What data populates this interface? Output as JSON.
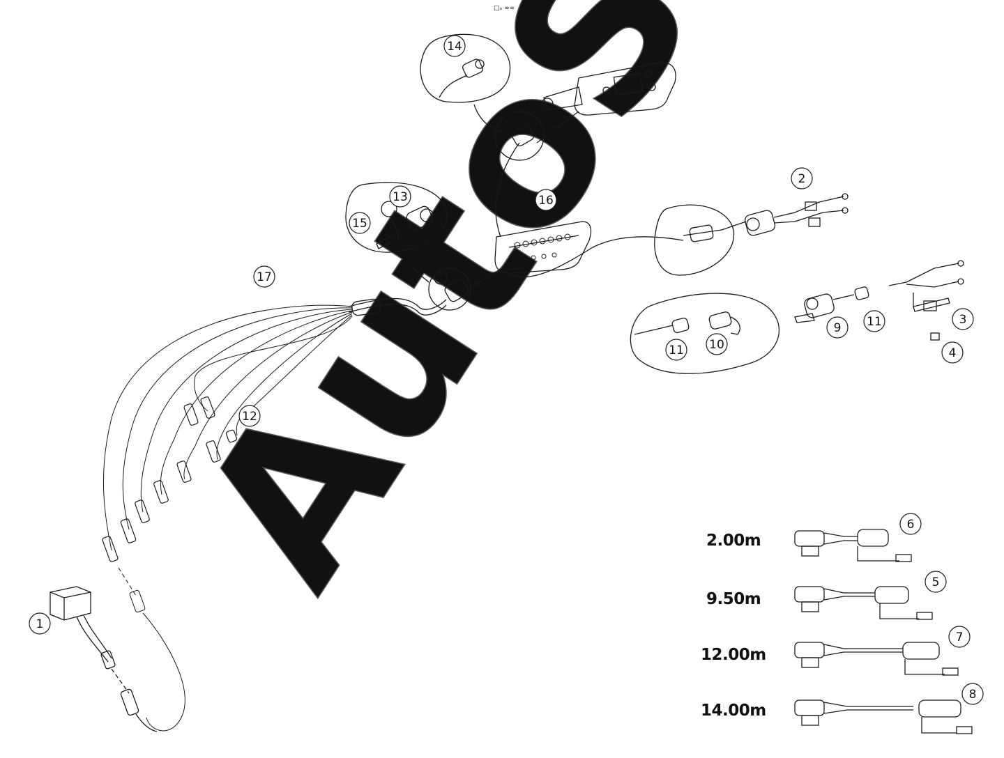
{
  "watermark": "AutoSoft",
  "top_mark": "□ₒ ∞∞",
  "callouts": [
    {
      "id": "c1",
      "label": "1"
    },
    {
      "id": "c2",
      "label": "2"
    },
    {
      "id": "c3",
      "label": "3"
    },
    {
      "id": "c4",
      "label": "4"
    },
    {
      "id": "c5",
      "label": "5"
    },
    {
      "id": "c6",
      "label": "6"
    },
    {
      "id": "c7",
      "label": "7"
    },
    {
      "id": "c8",
      "label": "8"
    },
    {
      "id": "c9",
      "label": "9"
    },
    {
      "id": "c10",
      "label": "10"
    },
    {
      "id": "c11a",
      "label": "11"
    },
    {
      "id": "c11b",
      "label": "11"
    },
    {
      "id": "c12",
      "label": "12"
    },
    {
      "id": "c13",
      "label": "13"
    },
    {
      "id": "c14",
      "label": "14"
    },
    {
      "id": "c15",
      "label": "15"
    },
    {
      "id": "c16",
      "label": "16"
    },
    {
      "id": "c17",
      "label": "17"
    }
  ],
  "cable_lengths": [
    {
      "length": "2.00m",
      "item": "6"
    },
    {
      "length": "9.50m",
      "item": "5"
    },
    {
      "length": "12.00m",
      "item": "7"
    },
    {
      "length": "14.00m",
      "item": "8"
    }
  ],
  "colors": {
    "line": "#1a1a1a",
    "background": "#ffffff",
    "watermark": "#555555"
  }
}
